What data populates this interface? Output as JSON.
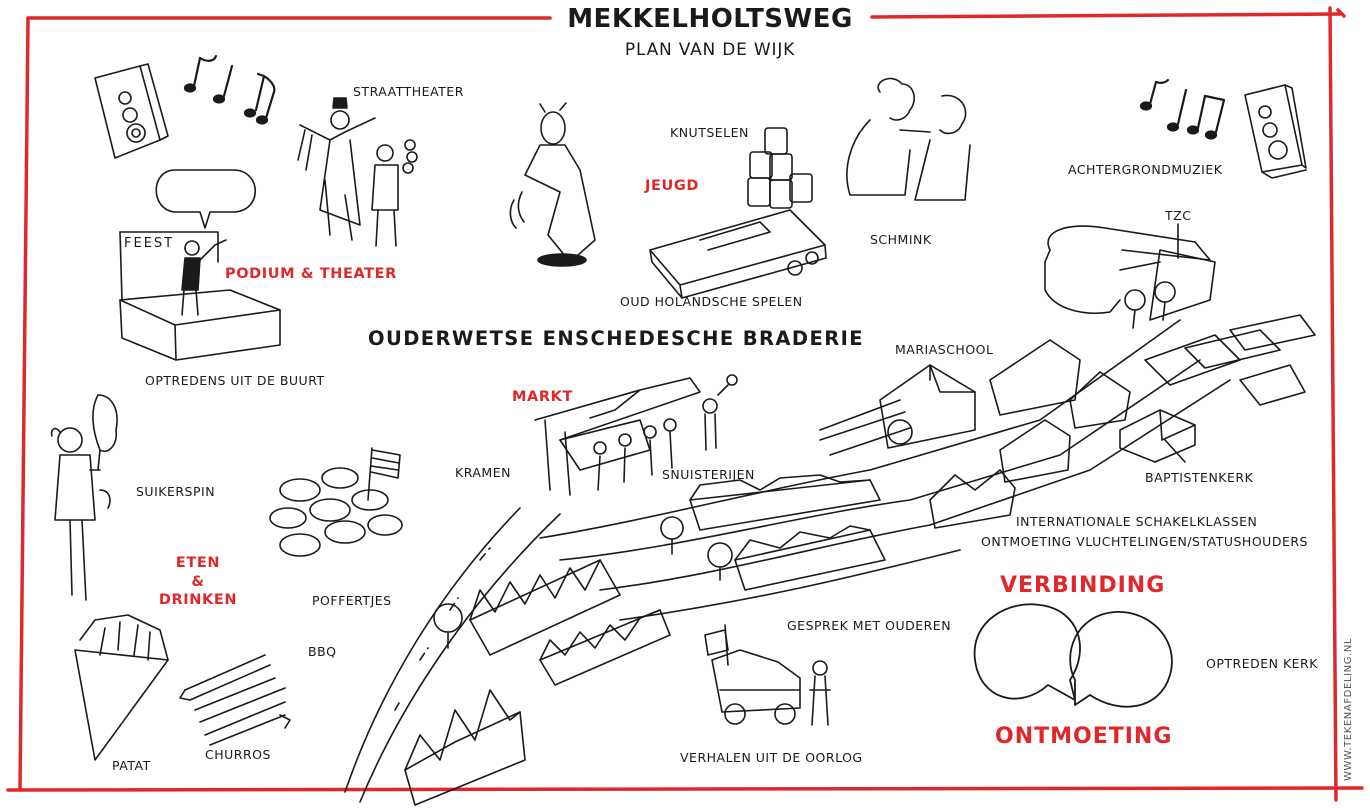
{
  "header": {
    "title": "MEKKELHOLTSWEG",
    "subtitle": "PLAN VAN DE WIJK",
    "headline": "OUDERWETSE ENSCHEDESCHE BRADERIE"
  },
  "labels": {
    "straattheater": "STRAATTHEATER",
    "knutselen": "KNUTSELEN",
    "jeugd": "JEUGD",
    "schmink": "SCHMINK",
    "achtergrondmuziek": "ACHTERGRONDMUZIEK",
    "tzc": "TZC",
    "feest_sign": "FEEST",
    "podium_theater": "PODIUM & THEATER",
    "oud_hollandsche_spelen": "OUD HOLANDSCHE SPELEN",
    "optredens_buurt": "OPTREDENS UIT DE BUURT",
    "mariaschool": "MARIASCHOOL",
    "markt": "MARKT",
    "kramen": "KRAMEN",
    "snuisterijen": "SNUISTERIJEN",
    "baptistenkerk": "BAPTISTENKERK",
    "suikerspin": "SUIKERSPIN",
    "eten": "ETEN",
    "amp": "&",
    "drinken": "DRINKEN",
    "poffertjes": "POFFERTJES",
    "bbq": "BBQ",
    "patat": "PATAT",
    "churros": "CHURROS",
    "internationale": "INTERNATIONALE SCHAKELKLASSEN",
    "ontmoeting_vluchtelingen": "ONTMOETING VLUCHTELINGEN/STATUSHOUDERS",
    "verbinding": "VERBINDING",
    "ontmoeting": "ONTMOETING",
    "gesprek_ouderen": "GESPREK MET OUDEREN",
    "optreden_kerk": "OPTREDEN KERK",
    "verhalen_oorlog": "VERHALEN UIT DE OORLOG"
  },
  "credit": "WWW.TEKENAFDELING.NL",
  "colors": {
    "accent": "#e0282b",
    "ink": "#1a1a1a",
    "frame": "#e0282b"
  }
}
